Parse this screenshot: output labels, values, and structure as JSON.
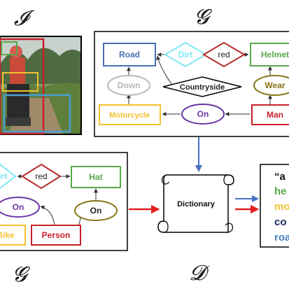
{
  "symbols": {
    "image_symbol": "𝓘",
    "graph_symbol_top": "𝓖",
    "graph_symbol_bottom": "𝓖",
    "dictionary_symbol": "𝓓"
  },
  "top_graph": {
    "nodes": {
      "road": "Road",
      "dirt": "Dirt",
      "red": "red",
      "helmet": "Helmet",
      "down": "Down",
      "countryside": "Countryside",
      "wear": "Wear",
      "motorcycle": "Motorcycle",
      "on": "On",
      "man": "Man"
    }
  },
  "bottom_graph": {
    "nodes": {
      "dirt": "Dirt",
      "red": "red",
      "hat": "Hat",
      "on_left": "On",
      "on_right": "On",
      "bike": "Bike",
      "person": "Person"
    }
  },
  "dictionary": {
    "label": "Dictionary"
  },
  "output_text": {
    "line1": "“a",
    "line2": "he",
    "line3": "mo",
    "line4": "co",
    "line5": "roa"
  },
  "colors": {
    "road": "#4a6fb3",
    "dirt": "#7ee8f2",
    "red": "#b52a2a",
    "helmet": "#58a84a",
    "down": "#b8b8b8",
    "wear": "#8a7418",
    "motorcycle": "#f2c230",
    "on": "#6a35a6",
    "man": "#c8202a",
    "arrow_blue": "#4472c4",
    "arrow_red": "#e02020"
  }
}
